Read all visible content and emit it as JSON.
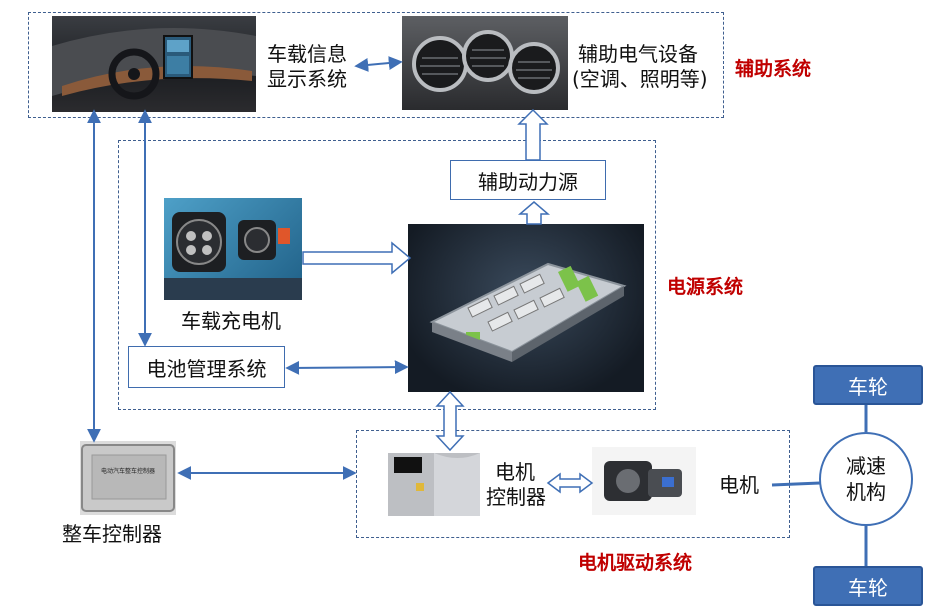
{
  "systems": {
    "aux": "辅助系统",
    "power": "电源系统",
    "drive": "电机驱动系统"
  },
  "labels": {
    "display_line1": "车载信息",
    "display_line2": "显示系统",
    "aux_devices_line1": "辅助电气设备",
    "aux_devices_line2": "(空调、照明等)",
    "aux_power": "辅助动力源",
    "charger": "车载充电机",
    "bms": "电池管理系统",
    "vcu": "整车控制器",
    "motor_controller_line1": "电机",
    "motor_controller_line2": "控制器",
    "motor": "电机",
    "reducer_line1": "减速",
    "reducer_line2": "机构",
    "wheel_top": "车轮",
    "wheel_bottom": "车轮",
    "vcu_device_text": "电动汽车整车控制器"
  },
  "colors": {
    "system_label": "#c00000",
    "accent_blue": "#3f6fb5",
    "dashed_border": "#3f5f8f"
  }
}
